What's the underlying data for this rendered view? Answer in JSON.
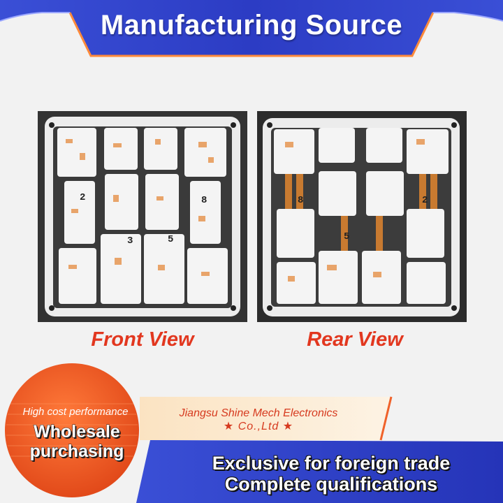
{
  "header": {
    "title": "Manufacturing Source"
  },
  "views": {
    "front_label": "Front View",
    "rear_label": "Rear View",
    "front_marks": [
      "2",
      "3",
      "8",
      "5"
    ],
    "rear_marks": [
      "8",
      "2",
      "5"
    ]
  },
  "company": {
    "line1": "Jiangsu Shine Mech Electronics",
    "line2": "★ Co.,Ltd ★"
  },
  "badge": {
    "tagline": "High cost performance",
    "line1": "Wholesale",
    "line2": "purchasing"
  },
  "slogan": {
    "line1": "Exclusive for foreign trade",
    "line2": "Complete qualifications"
  },
  "colors": {
    "banner_blue": "#2b3fbf",
    "accent_red": "#e2371f",
    "orange": "#f0622a",
    "cream": "#fbe6c8"
  }
}
